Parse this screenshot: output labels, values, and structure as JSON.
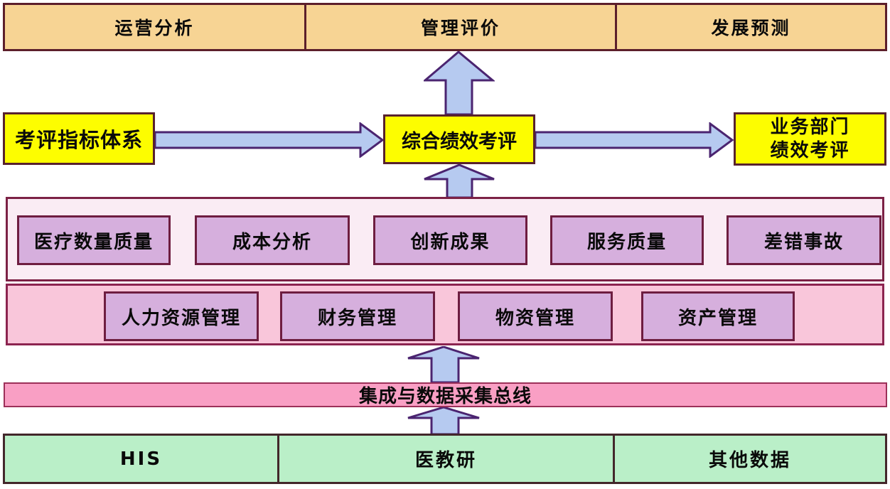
{
  "top_band": {
    "items": [
      {
        "label": "运营分析"
      },
      {
        "label": "管理评价"
      },
      {
        "label": "发展预测"
      }
    ]
  },
  "evaluation": {
    "index_system": "考评指标体系",
    "comprehensive": "综合绩效考评",
    "department_line1": "业务部门",
    "department_line2": "绩效考评"
  },
  "indicators": {
    "items": [
      {
        "label": "医疗数量质量"
      },
      {
        "label": "成本分析"
      },
      {
        "label": "创新成果"
      },
      {
        "label": "服务质量"
      },
      {
        "label": "差错事故"
      }
    ]
  },
  "management": {
    "items": [
      {
        "label": "人力资源管理"
      },
      {
        "label": "财务管理"
      },
      {
        "label": "物资管理"
      },
      {
        "label": "资产管理"
      }
    ]
  },
  "bus": {
    "label": "集成与数据采集总线"
  },
  "sources": {
    "items": [
      {
        "label": "HIS"
      },
      {
        "label": "医教研"
      },
      {
        "label": "其他数据"
      }
    ]
  },
  "palette": {
    "top_band_fill": "#f7d494",
    "highlight_yellow": "#fdfd00",
    "arrow_fill": "#b6caf0",
    "arrow_border": "#4b2470",
    "indicator_panel_fill": "#faecf4",
    "purple_box_fill": "#d6afdd",
    "management_panel_fill": "#f9c6da",
    "bus_fill": "#f99fc4",
    "source_fill": "#baefc8",
    "dark_border": "#6e1d40"
  }
}
